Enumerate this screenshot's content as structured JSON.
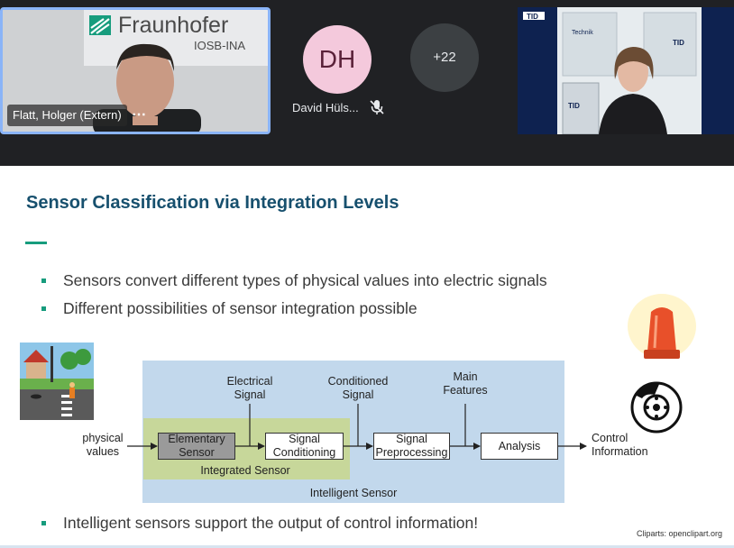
{
  "meeting": {
    "participants": {
      "flatt": {
        "name": "Flatt, Holger (Extern)",
        "logo_text": "Fraunhofer",
        "logo_sub": "IOSB-INA",
        "more": "⋯"
      },
      "david": {
        "initials": "DH",
        "name": "David Hüls...",
        "mic": "muted"
      },
      "overflow": {
        "label": "+22"
      },
      "presenter_bg": {
        "sign_a": "TID",
        "sign_b": "TID",
        "sign_c": "TID",
        "sign_d": "Technik"
      }
    }
  },
  "slide": {
    "title": "Sensor Classification via Integration Levels",
    "bullets": [
      "Sensors convert different types of physical values into electric signals",
      "Different possibilities of sensor integration possible",
      "Intelligent sensors support the output of control information!"
    ],
    "diagram": {
      "input": {
        "line1": "physical",
        "line2": "values"
      },
      "signals": {
        "electrical": {
          "line1": "Electrical",
          "line2": "Signal"
        },
        "conditioned": {
          "line1": "Conditioned",
          "line2": "Signal"
        },
        "features": {
          "line1": "Main",
          "line2": "Features"
        }
      },
      "boxes": {
        "elementary": {
          "line1": "Elementary",
          "line2": "Sensor"
        },
        "conditioning": {
          "line1": "Signal",
          "line2": "Conditioning"
        },
        "preprocessing": {
          "line1": "Signal",
          "line2": "Preprocessing"
        },
        "analysis": {
          "line1": "Analysis"
        }
      },
      "groups": {
        "integrated": "Integrated Sensor",
        "intelligent": "Intelligent Sensor"
      },
      "output": {
        "line1": "Control",
        "line2": "Information"
      }
    },
    "credit": "Cliparts: openclipart.org",
    "colors": {
      "title": "#17506e",
      "accent": "#179c7d",
      "intelligent_bg": "#c2d8ec",
      "integrated_bg": "#c7d79a"
    }
  }
}
